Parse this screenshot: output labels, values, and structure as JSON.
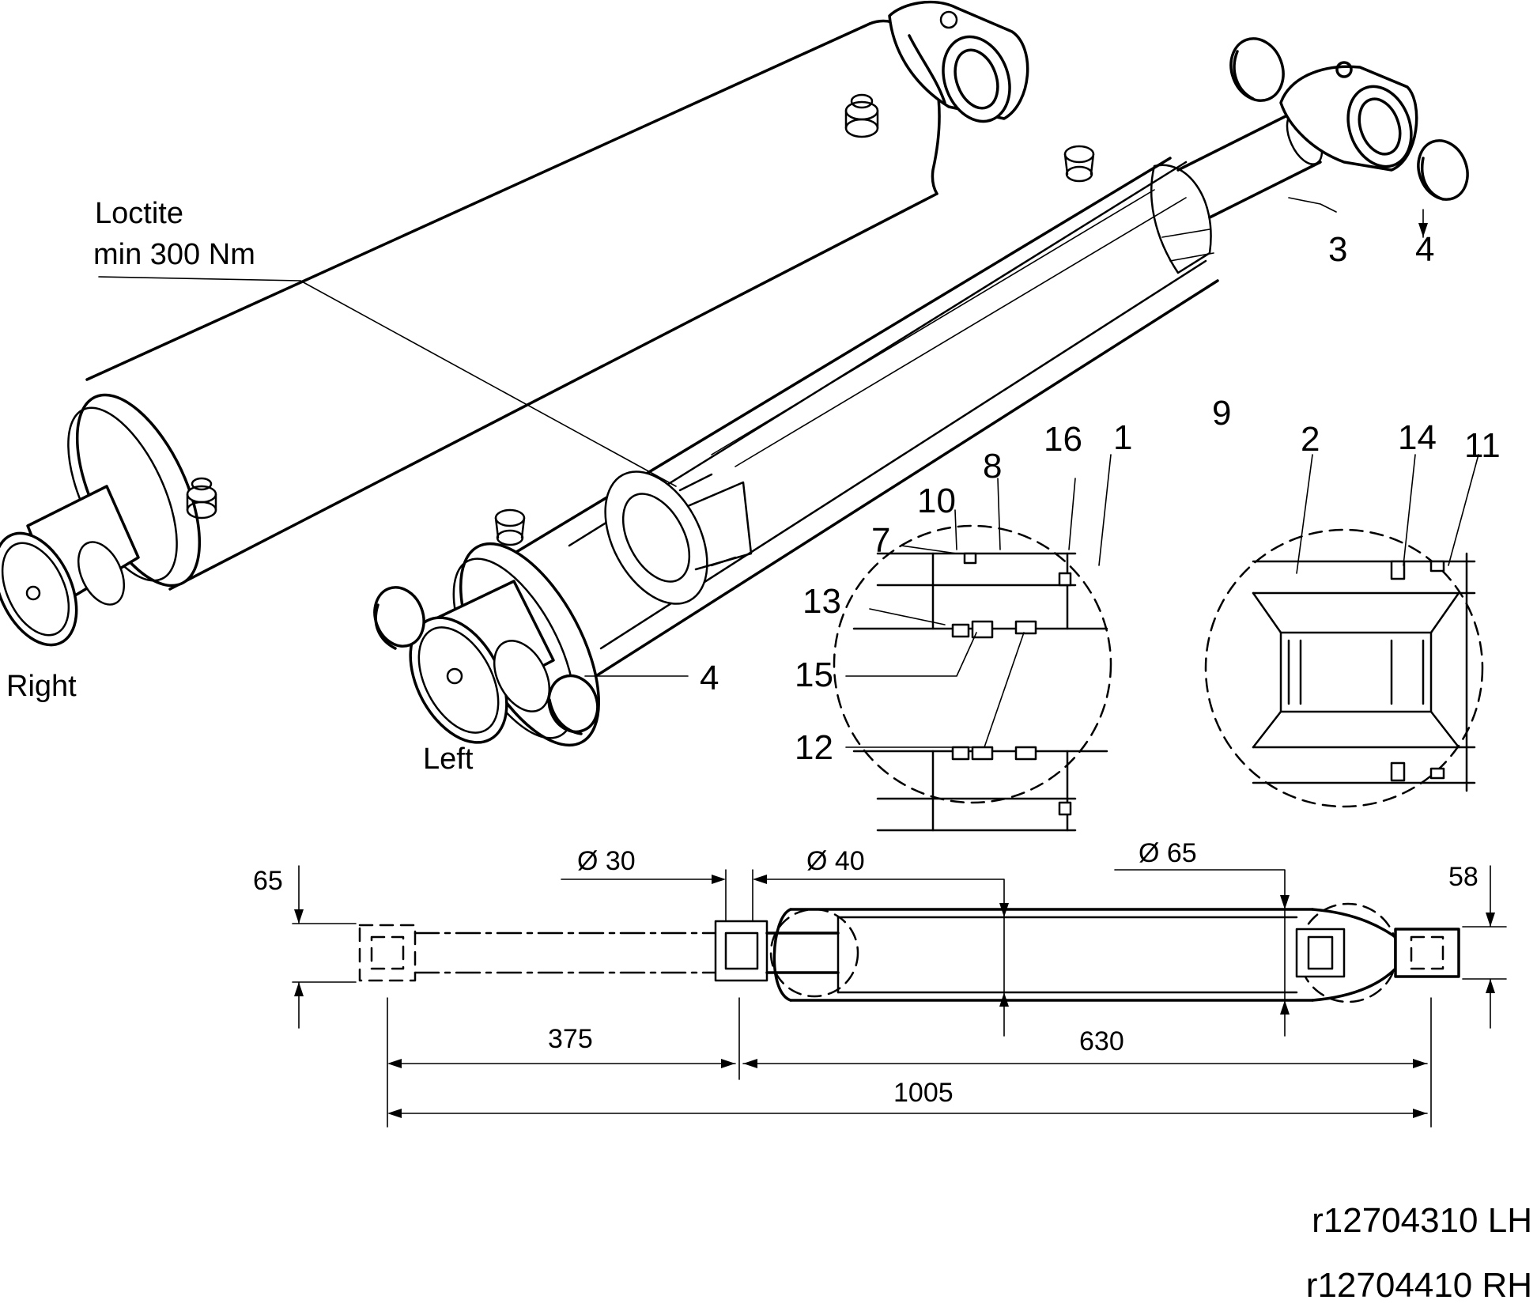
{
  "notes": {
    "loctite_line1": "Loctite",
    "loctite_line2": "min 300 Nm",
    "right": "Right",
    "left": "Left"
  },
  "callouts": {
    "c1": "1",
    "c2": "2",
    "c3": "3",
    "c4a": "4",
    "c4b": "4",
    "c7": "7",
    "c8": "8",
    "c9": "9",
    "c10": "10",
    "c11": "11",
    "c12": "12",
    "c13": "13",
    "c14": "14",
    "c15": "15",
    "c16": "16"
  },
  "dimensions": {
    "d65_height": "65",
    "d58_height": "58",
    "dia30": "Ø 30",
    "dia40": "Ø 40",
    "dia65": "Ø 65",
    "len375": "375",
    "len630": "630",
    "len1005": "1005"
  },
  "part_numbers": {
    "lh": "r12704310 LH",
    "rh": "r12704410 RH"
  }
}
